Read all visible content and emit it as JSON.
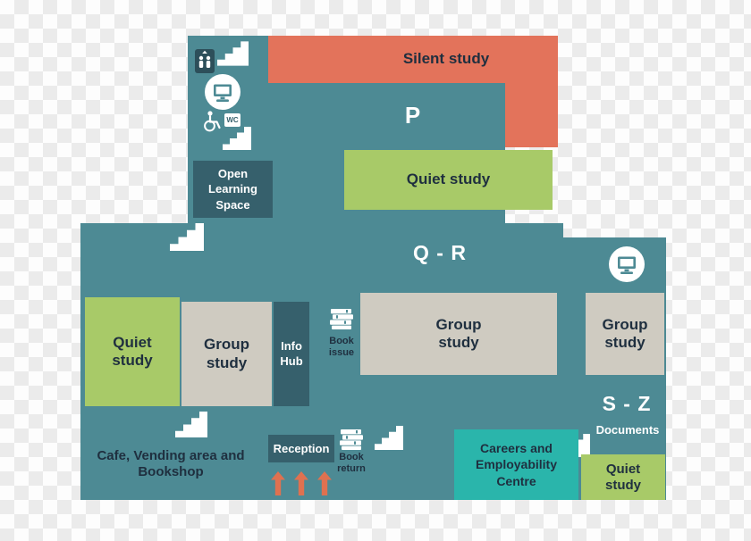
{
  "labels": {
    "silent_study": "Silent study",
    "zone_p": "P",
    "quiet_study_top": "Quiet study",
    "open_learning_space": "Open Learning Space",
    "zone_qr": "Q - R",
    "quiet_study_left": "Quiet study",
    "group_study_left": "Group study",
    "info_hub": "Info Hub",
    "book_issue": "Book issue",
    "group_study_centre": "Group study",
    "group_study_right": "Group study",
    "zone_sz": "S - Z",
    "documents": "Documents",
    "cafe_area": "Cafe, Vending area and Bookshop",
    "reception": "Reception",
    "book_return": "Book return",
    "careers_centre": "Careers and Employability Centre",
    "quiet_study_bottom": "Quiet study",
    "wc": "WC"
  },
  "icons": {
    "lift": "lift-icon",
    "stairs": "stairs-icon",
    "computers": "computer-icon",
    "accessible": "wheelchair-icon",
    "toilets": "wc-icon",
    "books": "books-icon",
    "entrance_arrows": "up-arrow-icon"
  },
  "colors": {
    "floor_teal": "#4d8a94",
    "dark_teal": "#36606c",
    "silent_orange": "#e3735b",
    "quiet_green": "#a8ca68",
    "group_beige": "#cfcbc1",
    "careers_turquoise": "#2ab5ab",
    "arrow_orange": "#df7150",
    "label_dark": "#1f2f3f",
    "white": "#ffffff"
  }
}
